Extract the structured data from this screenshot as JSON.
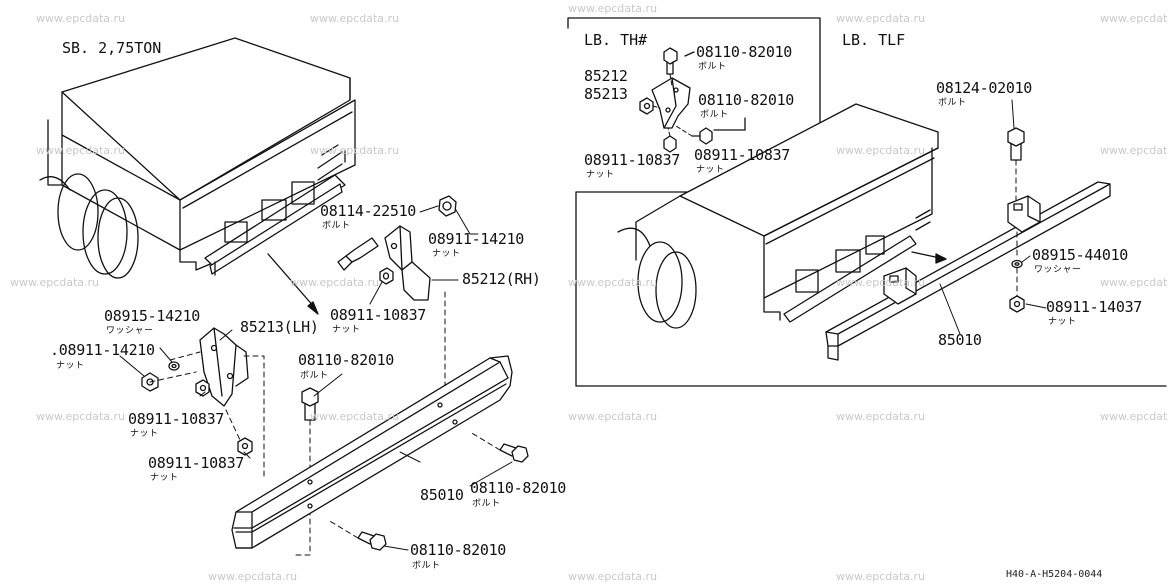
{
  "watermark": "www.epcdata.ru",
  "diagram_code": "H40-A-H5204-0044",
  "sections": {
    "left": {
      "title": "SB. 2,75TON"
    },
    "inset": {
      "title": "LB. TH#"
    },
    "right": {
      "title": "LB. TLF"
    }
  },
  "parts": {
    "bolt_08114_22510": "08114-22510",
    "nut_08911_14210_rh": "08911-14210",
    "bracket_85212_rh": "85212(RH)",
    "nut_08911_10837_rh": "08911-10837",
    "washer_08915_14210": "08915-14210",
    "nut_08911_14210_lh": ".08911-14210",
    "bracket_85213_lh": "85213(LH)",
    "bolt_08110_82010_a": "08110-82010",
    "nut_08911_10837_a": "08911-10837",
    "nut_08911_10837_b": "08911-10837",
    "bumper_85010_left": "85010",
    "bolt_08110_82010_b": "08110-82010",
    "bolt_08110_82010_c": "08110-82010",
    "inset_bolt_08110_82010_a": "08110-82010",
    "inset_bracket_85212": "85212",
    "inset_bracket_85213": "85213",
    "inset_bolt_08110_82010_b": "08110-82010",
    "inset_nut_08911_10837_a": "08911-10837",
    "inset_nut_08911_10837_b": "08911-10837",
    "right_bolt_08124_02010": "08124-02010",
    "right_washer_08915_44010": "08915-44010",
    "right_nut_08911_14037": "08911-14037",
    "right_bumper_85010": "85010"
  },
  "subtext": {
    "bolt": "ボルト",
    "nut": "ナット",
    "washer": "ワッシャー"
  }
}
